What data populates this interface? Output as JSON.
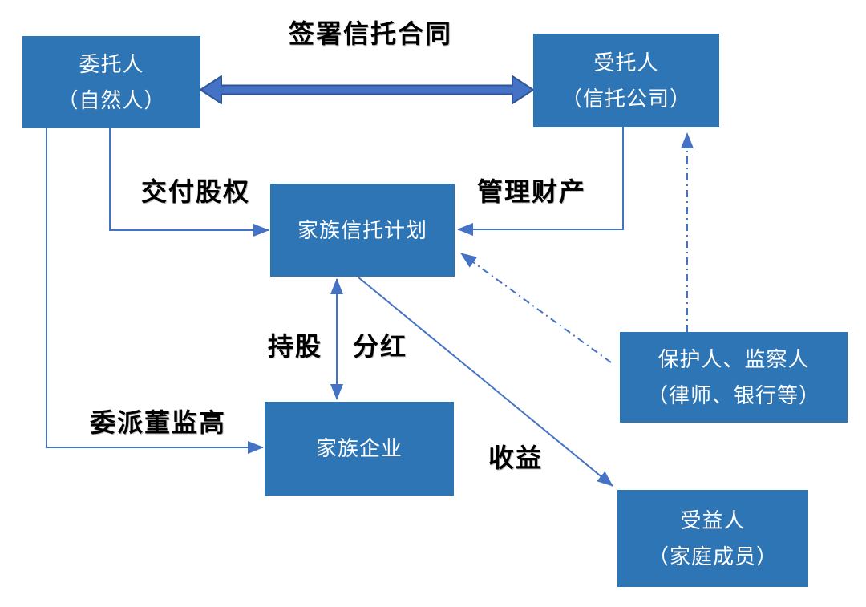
{
  "diagram": {
    "nodes": {
      "settlor": {
        "line1": "委托人",
        "line2": "（自然人）"
      },
      "trustee": {
        "line1": "受托人",
        "line2": "（信托公司）"
      },
      "trust_plan": {
        "label": "家族信托计划"
      },
      "family_business": {
        "label": "家族企业"
      },
      "protector": {
        "line1": "保护人、监察人",
        "line2": "（律师、银行等）"
      },
      "beneficiary": {
        "line1": "受益人",
        "line2": "（家庭成员）"
      }
    },
    "edge_labels": {
      "sign_contract": "签署信托合同",
      "deliver_equity": "交付股权",
      "manage_assets": "管理财产",
      "hold_shares": "持股",
      "dividends": "分红",
      "appoint_executives": "委派董监高",
      "income": "收益"
    },
    "colors": {
      "background": "#FFFFFF",
      "node_fill": "#2E75B6",
      "node_text": "#FFFFFF",
      "connector": "#4472C4",
      "thick_arrow_fill": "#4472C4",
      "thick_arrow_outline": "#2F5597",
      "label_text": "#000000"
    }
  }
}
